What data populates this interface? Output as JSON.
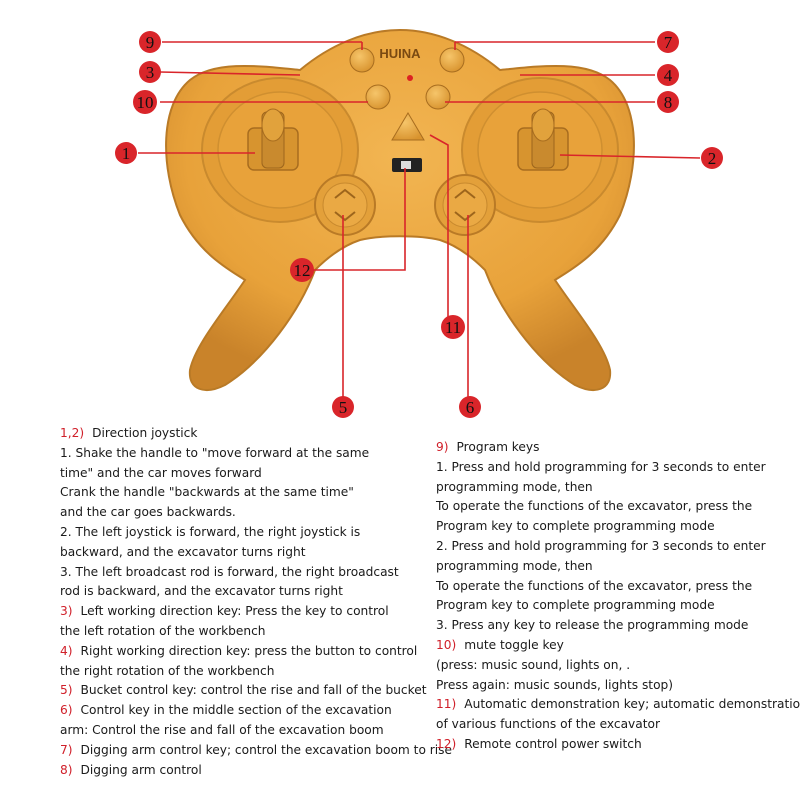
{
  "brand": "HUINA",
  "callouts": [
    "1",
    "2",
    "3",
    "4",
    "5",
    "6",
    "7",
    "8",
    "9",
    "10",
    "11",
    "12"
  ],
  "colors": {
    "body": "#e8a23a",
    "body_dark": "#c9832a",
    "callout": "#d9252a",
    "number_text": "#d0202a"
  },
  "icons": [
    "joystick-left-icon",
    "joystick-right-icon",
    "power-switch-icon",
    "mute-icon",
    "demo-icon"
  ],
  "left_text": [
    {
      "num": "1,2)",
      "text": "Direction joystick"
    },
    {
      "num": "",
      "text": "1. Shake the handle to \"move forward at the same"
    },
    {
      "num": "",
      "text": " time\" and the car moves forward"
    },
    {
      "num": "",
      "text": "Crank the handle \"backwards at the same time\""
    },
    {
      "num": "",
      "text": "and the car goes backwards."
    },
    {
      "num": "",
      "text": "2. The left joystick is forward, the right joystick is"
    },
    {
      "num": "",
      "text": "backward, and the excavator turns right"
    },
    {
      "num": "",
      "text": "3. The left broadcast rod is forward, the right broadcast"
    },
    {
      "num": "",
      "text": " rod is backward, and the excavator turns right"
    },
    {
      "num": "3)",
      "text": "Left working direction key: Press the key to control"
    },
    {
      "num": "",
      "text": "the left rotation of the workbench"
    },
    {
      "num": "4)",
      "text": "Right working direction key: press the button to control"
    },
    {
      "num": "",
      "text": "the right rotation of the workbench"
    },
    {
      "num": "5)",
      "text": "Bucket control key: control the rise and fall of the bucket"
    },
    {
      "num": "6)",
      "text": "Control key in the middle section of the excavation"
    },
    {
      "num": "",
      "text": " arm: Control the rise and fall of the excavation boom"
    },
    {
      "num": "7)",
      "text": "Digging arm control key; control the excavation boom to rise"
    },
    {
      "num": "8)",
      "text": "Digging arm control"
    }
  ],
  "right_text": [
    {
      "num": "9)",
      "text": "Program keys"
    },
    {
      "num": "",
      "text": "1. Press and hold programming for 3 seconds to enter"
    },
    {
      "num": "",
      "text": "programming mode, then"
    },
    {
      "num": "",
      "text": "To operate the functions of the excavator, press the"
    },
    {
      "num": "",
      "text": "Program key to complete programming mode"
    },
    {
      "num": "",
      "text": "2. Press and hold programming for 3 seconds to enter"
    },
    {
      "num": "",
      "text": " programming mode, then"
    },
    {
      "num": "",
      "text": "To operate the functions of the excavator, press the"
    },
    {
      "num": "",
      "text": "Program key to complete programming mode"
    },
    {
      "num": "",
      "text": "3. Press any key to release the programming mode"
    },
    {
      "num": "10)",
      "text": "mute toggle key"
    },
    {
      "num": "",
      "text": "(press: music sound, lights on, ."
    },
    {
      "num": "",
      "text": "Press again: music sounds, lights stop)"
    },
    {
      "num": "11)",
      "text": "Automatic demonstration key; automatic demonstration"
    },
    {
      "num": "",
      "text": " of various functions of the excavator"
    },
    {
      "num": "12)",
      "text": "Remote control power switch"
    }
  ]
}
